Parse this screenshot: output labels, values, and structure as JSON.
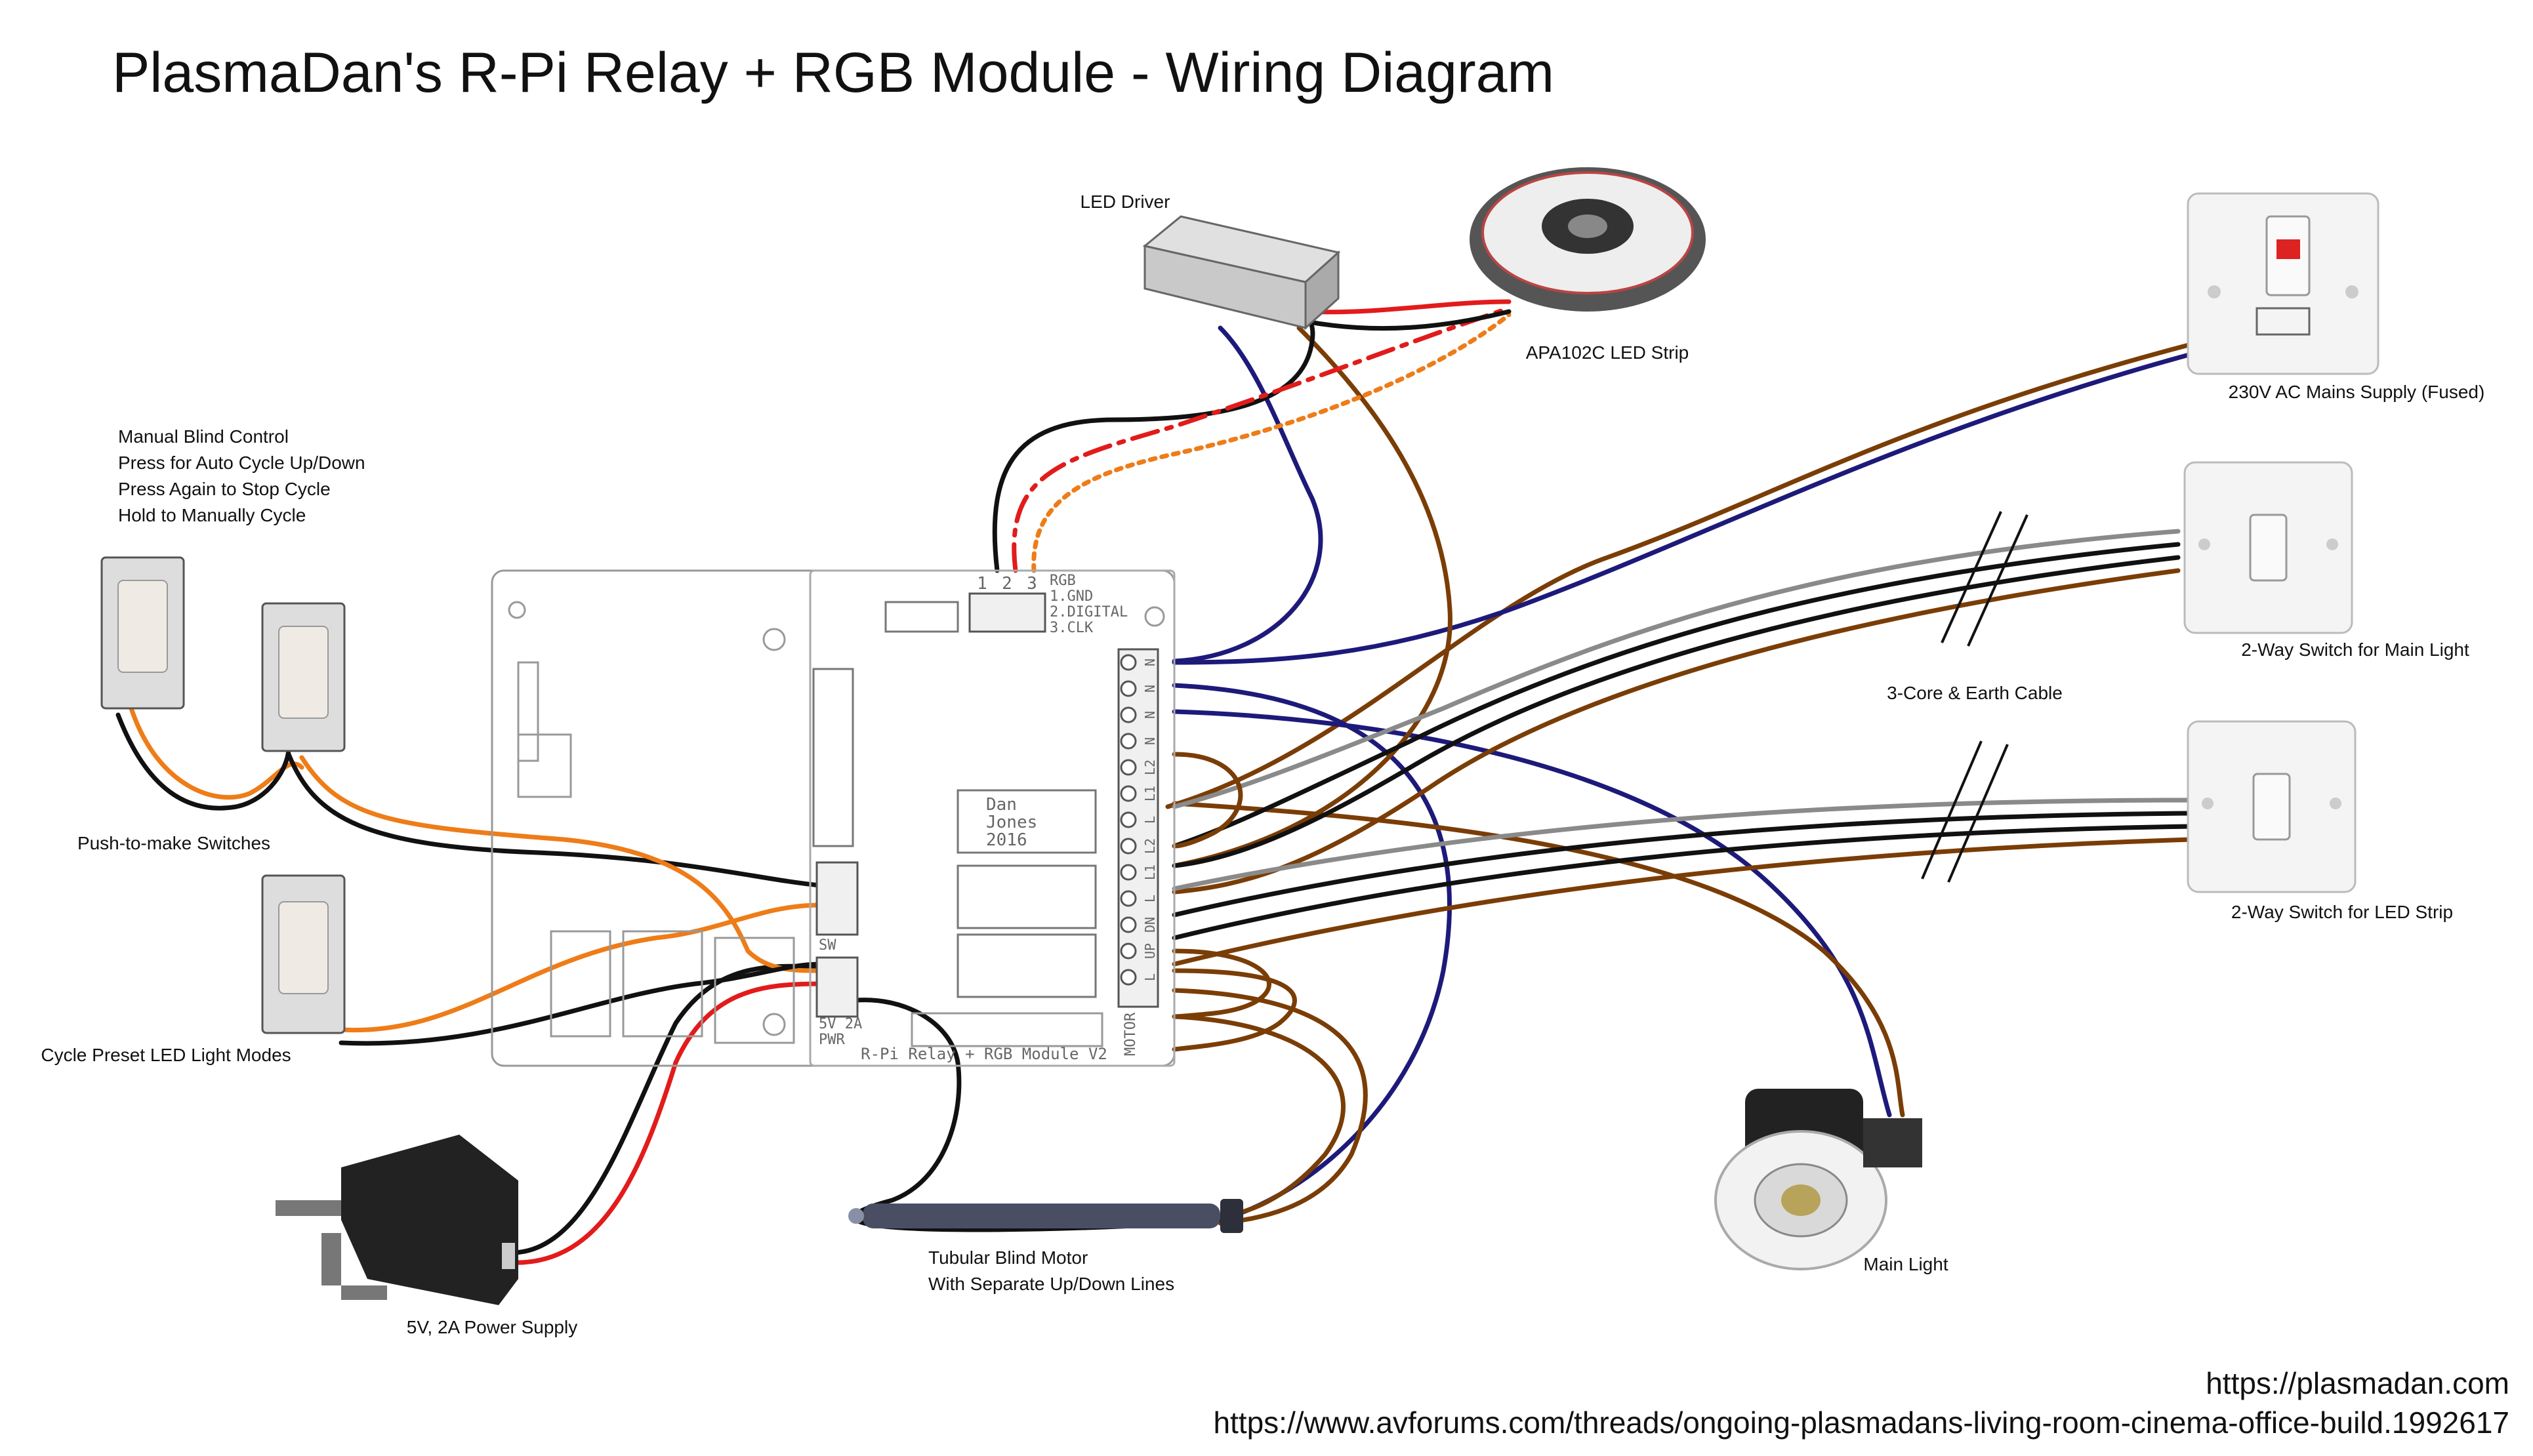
{
  "title": "PlasmaDan's R-Pi Relay + RGB Module - Wiring Diagram",
  "labels": {
    "led_driver": "LED Driver",
    "led_strip": "APA102C LED Strip",
    "mains_supply": "230V AC Mains Supply (Fused)",
    "switch_main_light": "2-Way Switch for Main Light",
    "switch_led_strip": "2-Way Switch for LED Strip",
    "cable": "3-Core & Earth Cable",
    "manual_blind_1": "Manual Blind Control",
    "manual_blind_2": "Press for Auto Cycle Up/Down",
    "manual_blind_3": "Press Again to Stop Cycle",
    "manual_blind_4": "Hold to Manually Cycle",
    "push_switches": "Push-to-make Switches",
    "cycle_preset": "Cycle Preset LED Light Modes",
    "power_supply": "5V, 2A Power Supply",
    "motor_1": "Tubular Blind Motor",
    "motor_2": "With Separate Up/Down Lines",
    "main_light": "Main Light"
  },
  "board": {
    "name": "R-Pi Relay + RGB Module V2",
    "author_1": "Dan",
    "author_2": "Jones",
    "year": "2016",
    "rgb_pins": [
      "1",
      "2",
      "3"
    ],
    "rgb_header": "RGB",
    "rgb_legend": [
      "1.GND",
      "2.DIGITAL",
      "3.CLK"
    ],
    "sw_label": "SW",
    "pwr_1": "5V 2A",
    "pwr_2": "PWR",
    "motor_label": "MOTOR",
    "terminals": [
      "N",
      "N",
      "N",
      "N",
      "L2",
      "L1",
      "L",
      "L2",
      "L1",
      "L",
      "DN",
      "UP",
      "L"
    ]
  },
  "footer": {
    "url_1": "https://plasmadan.com",
    "url_2": "https://www.avforums.com/threads/ongoing-plasmadans-living-room-cinema-office-build.1992617"
  },
  "colors": {
    "brown": "#7a3d06",
    "blue": "#1d1a7a",
    "black": "#111111",
    "grey": "#8a8a8a",
    "red": "#e21b1b",
    "orange": "#ee7c18"
  }
}
